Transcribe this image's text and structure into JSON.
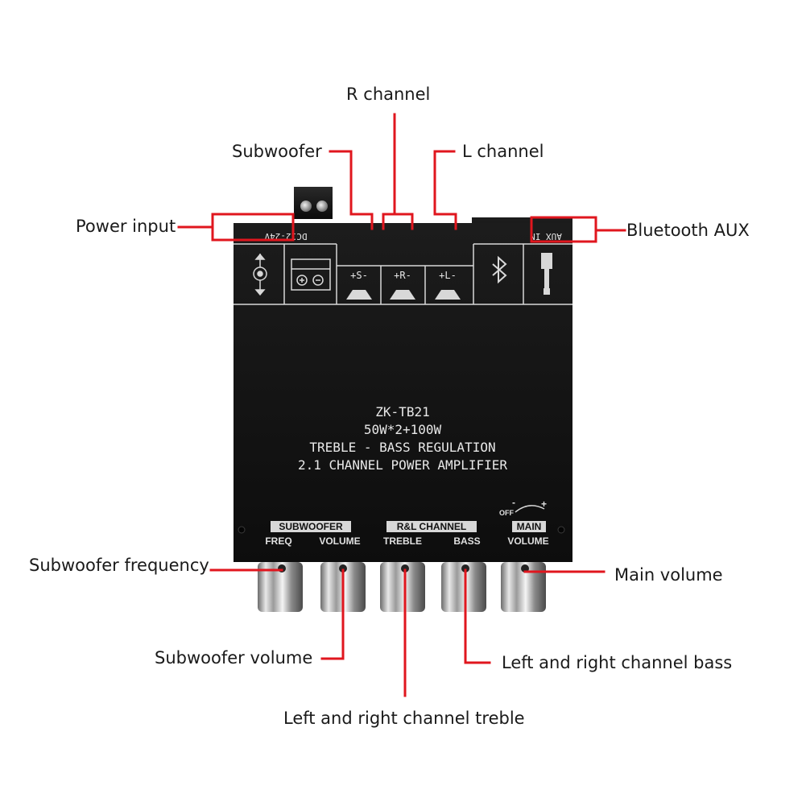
{
  "callouts": {
    "r_channel": "R  channel",
    "subwoofer": "Subwoofer",
    "l_channel": "L channel",
    "power_input": "Power input",
    "bluetooth_aux": "Bluetooth AUX",
    "subwoofer_frequency": "Subwoofer frequency",
    "main_volume": "Main volume",
    "subwoofer_volume": "Subwoofer volume",
    "lr_bass": "Left and right channel bass",
    "lr_treble": "Left and right channel treble"
  },
  "board": {
    "power_label": "DC12-24V",
    "input_label": "AUX IN",
    "terminals": [
      "+S-",
      "+R-",
      "+L-"
    ],
    "model": "ZK-TB21",
    "power_rating": "50W*2+100W",
    "feature": "TREBLE - BASS REGULATION",
    "type": "2.1 CHANNEL POWER AMPLIFIER",
    "knob_groups": {
      "subwoofer": "SUBWOOFER",
      "rl_channel": "R&L CHANNEL",
      "main": "MAIN"
    },
    "knob_labels": {
      "freq": "FREQ",
      "sub_volume": "VOLUME",
      "treble": "TREBLE",
      "bass": "BASS",
      "main_volume": "VOLUME"
    },
    "switch_off": "OFF",
    "switch_minus": "-",
    "switch_plus": "+"
  },
  "colors": {
    "leader": "#e0161e",
    "board": "#141414",
    "text": "#1a1a1a"
  }
}
